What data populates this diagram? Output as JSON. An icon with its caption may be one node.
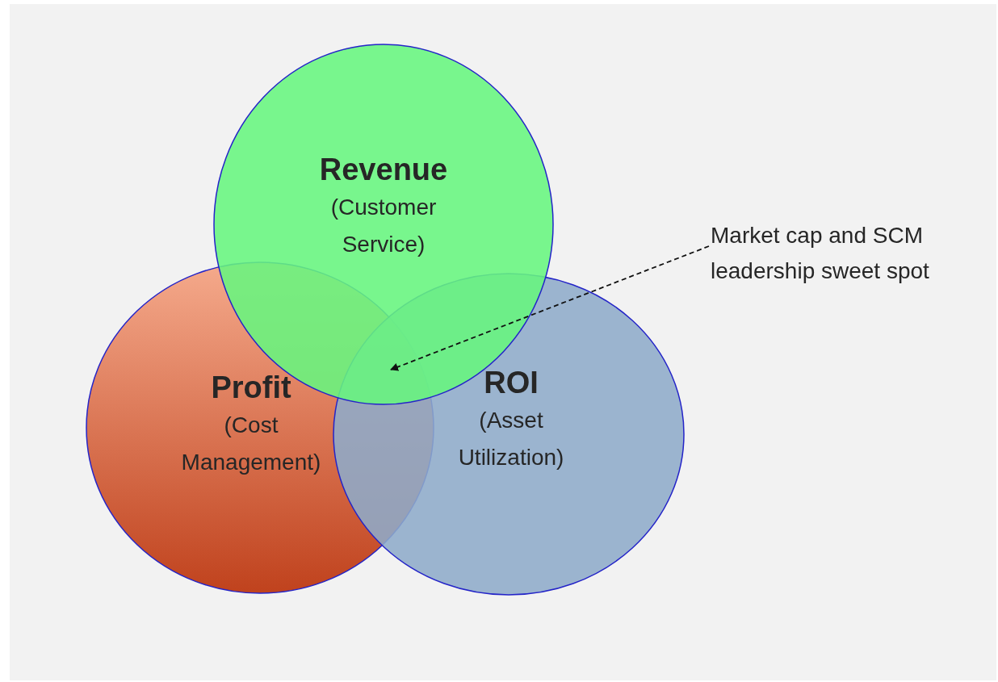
{
  "diagram": {
    "nodes": [
      {
        "text": [
          "Profit",
          "(Cost Management)"
        ]
      },
      {
        "text": [
          "ROI",
          "(Asset Utilization)"
        ]
      },
      {
        "text": [
          "Revenue",
          "(Customer Service)"
        ]
      },
      {
        "text": [
          "Market cap and SCM leadership sweet spot"
        ]
      }
    ],
    "edges": [
      {
        "from": 3,
        "to": 1,
        "arrow": "to",
        "style": "dashed"
      }
    ]
  }
}
